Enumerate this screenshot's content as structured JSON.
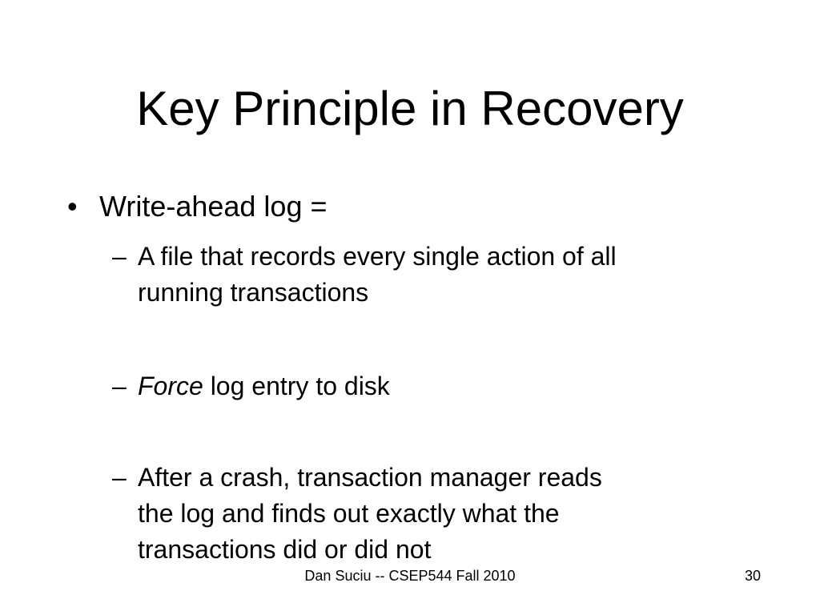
{
  "slide": {
    "title": "Key Principle in Recovery",
    "bullet": {
      "marker": "•",
      "text": "Write-ahead log ="
    },
    "subbullets": [
      {
        "dash": "–",
        "lines": [
          "A file that records every single action of all",
          "running transactions"
        ]
      },
      {
        "dash": "–",
        "emphasis": "Force",
        "rest": " log entry to disk"
      },
      {
        "dash": "–",
        "lines": [
          "After a crash, transaction manager reads",
          "the log and finds out exactly what the",
          "transactions did or did not"
        ]
      }
    ],
    "footer": {
      "center": "Dan Suciu -- CSEP544 Fall 2010",
      "page": "30"
    }
  }
}
